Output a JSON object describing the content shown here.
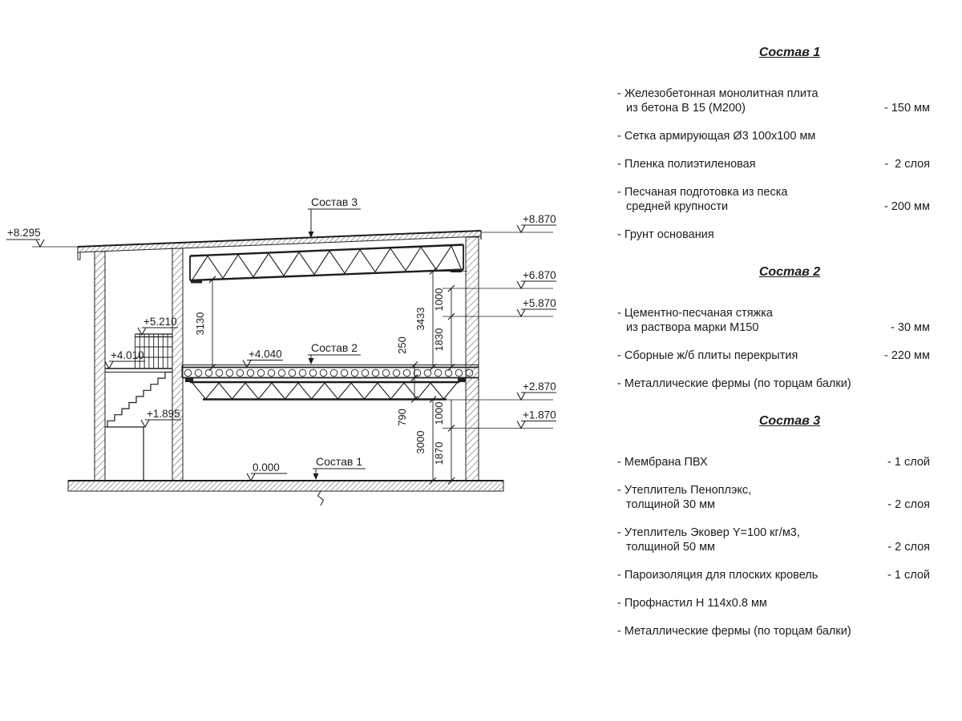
{
  "page": {
    "background": "#ffffff",
    "ink": "#1c1c1c"
  },
  "drawing": {
    "callouts": {
      "c1": "Состав 1",
      "c2": "Состав 2",
      "c3": "Состав 3"
    },
    "elevations": {
      "e8295": "+8.295",
      "e8870": "+8.870",
      "e6870": "+6.870",
      "e5870": "+5.870",
      "e2870": "+2.870",
      "e1870": "+1.870",
      "e5210": "+5.210",
      "e4010": "+4.010",
      "e1895": "+1.895",
      "e4040": "+4.040",
      "e0000": "0.000"
    },
    "dims": {
      "d3130": "3130",
      "d3433": "3433",
      "d250": "250",
      "d1830": "1830",
      "d1000a": "1000",
      "d790": "790",
      "d1000b": "1000",
      "d3000": "3000",
      "d1870": "1870"
    }
  },
  "specs": [
    {
      "title": "Состав 1",
      "items": [
        {
          "line1": "- Железобетонная  монолитная плита",
          "line2": "из бетона В 15 (М200)",
          "value": "- 150 мм"
        },
        {
          "line1": "- Сетка армирующая Ø3 100x100 мм",
          "line2": "",
          "value": ""
        },
        {
          "line1": "- Пленка полиэтиленовая",
          "line2": "",
          "value": "-  2 слоя"
        },
        {
          "line1": "- Песчаная подготовка из песка",
          "line2": "средней крупности",
          "value": "- 200 мм"
        },
        {
          "line1": "- Грунт основания",
          "line2": "",
          "value": ""
        }
      ]
    },
    {
      "title": "Состав 2",
      "items": [
        {
          "line1": "- Цементно-песчаная стяжка",
          "line2": "из раствора марки М150",
          "value": "- 30 мм"
        },
        {
          "line1": "- Сборные ж/б плиты перекрытия",
          "line2": "",
          "value": "- 220 мм"
        },
        {
          "line1": "- Металлические фермы (по торцам балки)",
          "line2": "",
          "value": ""
        }
      ]
    },
    {
      "title": "Состав 3",
      "items": [
        {
          "line1": "- Мембрана ПВХ",
          "line2": "",
          "value": "- 1 слой"
        },
        {
          "line1": "- Утеплитель Пеноплэкс,",
          "line2": "толщиной 30 мм",
          "value": "- 2 слоя"
        },
        {
          "line1": "- Утеплитель Эковер Y=100 кг/м3,",
          "line2": "толщиной 50 мм",
          "value": "- 2 слоя"
        },
        {
          "line1": "- Пароизоляция для плоских кровель",
          "line2": "",
          "value": "- 1 слой"
        },
        {
          "line1": "- Профнастил Н 114х0.8 мм",
          "line2": "",
          "value": ""
        },
        {
          "line1": "- Металлические фермы (по торцам балки)",
          "line2": "",
          "value": ""
        }
      ]
    }
  ]
}
